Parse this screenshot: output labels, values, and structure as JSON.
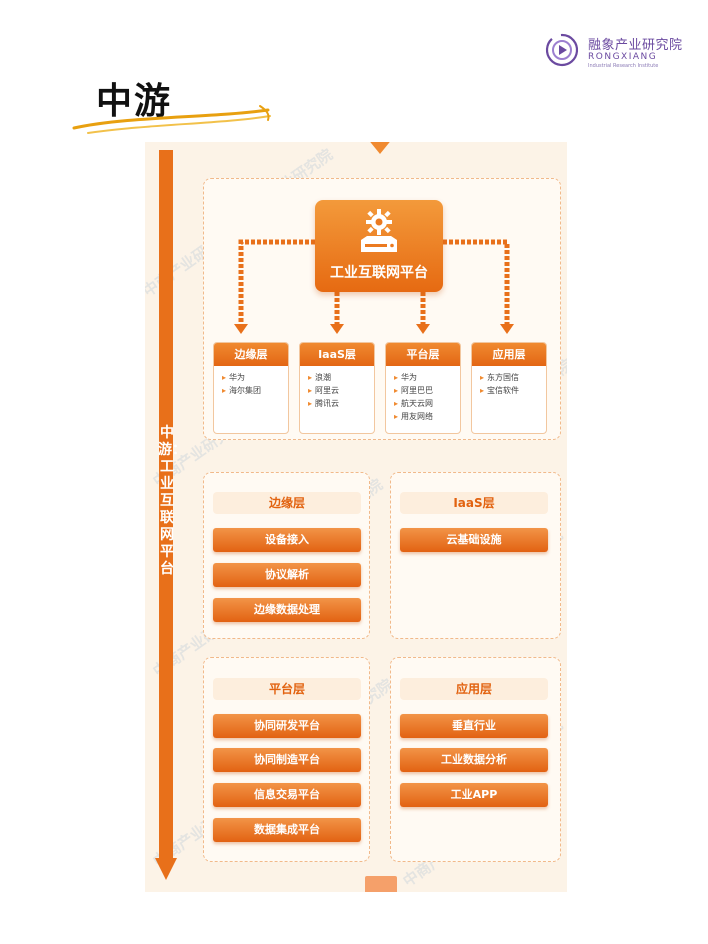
{
  "brand": {
    "name_cn": "融象产业研究院",
    "name_en": "RONGXIANG",
    "tagline": "Industrial Research Institute",
    "color": "#6b4aa0"
  },
  "page": {
    "title": "中游"
  },
  "diagram": {
    "side_label": "中游：工业互联网平台",
    "watermark": "中商产业研究院",
    "core": {
      "label": "工业互联网平台",
      "icon": "gear-server-icon"
    },
    "layers": [
      {
        "title": "边缘层",
        "items": [
          "华为",
          "海尔集团"
        ]
      },
      {
        "title": "IaaS层",
        "items": [
          "浪潮",
          "阿里云",
          "腾讯云"
        ]
      },
      {
        "title": "平台层",
        "items": [
          "华为",
          "阿里巴巴",
          "航天云网",
          "用友网络"
        ]
      },
      {
        "title": "应用层",
        "items": [
          "东方国信",
          "宝信软件"
        ]
      }
    ],
    "details": {
      "edge": {
        "title": "边缘层",
        "items": [
          "设备接入",
          "协议解析",
          "边缘数据处理"
        ]
      },
      "iaas": {
        "title": "IaaS层",
        "items": [
          "云基础设施"
        ]
      },
      "platform": {
        "title": "平台层",
        "items": [
          "协同研发平台",
          "协同制造平台",
          "信息交易平台",
          "数据集成平台"
        ]
      },
      "application": {
        "title": "应用层",
        "items": [
          "垂直行业",
          "工业数据分析",
          "工业APP"
        ]
      }
    },
    "colors": {
      "accent": "#e8701a",
      "panel_border": "#f1b98a",
      "background": "#fcf3e7"
    }
  }
}
